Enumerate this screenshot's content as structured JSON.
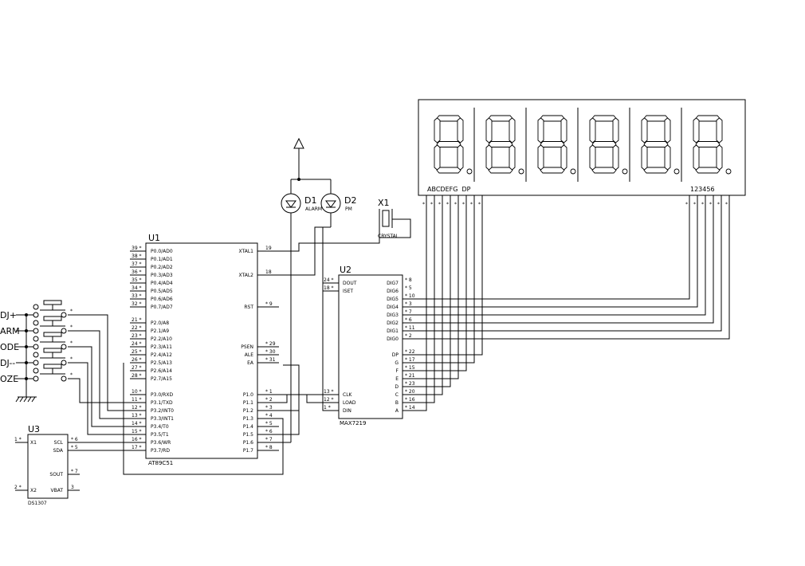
{
  "u1": {
    "ref": "U1",
    "part": "AT89C51",
    "left_pins": [
      {
        "num": "39",
        "name": "P0.0/AD0"
      },
      {
        "num": "38",
        "name": "P0.1/AD1"
      },
      {
        "num": "37",
        "name": "P0.2/AD2"
      },
      {
        "num": "36",
        "name": "P0.3/AD3"
      },
      {
        "num": "35",
        "name": "P0.4/AD4"
      },
      {
        "num": "34",
        "name": "P0.5/AD5"
      },
      {
        "num": "33",
        "name": "P0.6/AD6"
      },
      {
        "num": "32",
        "name": "P0.7/AD7"
      },
      {
        "num": "21",
        "name": "P2.0/A8"
      },
      {
        "num": "22",
        "name": "P2.1/A9"
      },
      {
        "num": "23",
        "name": "P2.2/A10"
      },
      {
        "num": "24",
        "name": "P2.3/A11"
      },
      {
        "num": "25",
        "name": "P2.4/A12"
      },
      {
        "num": "26",
        "name": "P2.5/A13"
      },
      {
        "num": "27",
        "name": "P2.6/A14"
      },
      {
        "num": "28",
        "name": "P2.7/A15"
      },
      {
        "num": "10",
        "name": "P3.0/RXD"
      },
      {
        "num": "11",
        "name": "P3.1/TXD"
      },
      {
        "num": "12",
        "name": "P3.2/INT0"
      },
      {
        "num": "13",
        "name": "P3.3/INT1"
      },
      {
        "num": "14",
        "name": "P3.4/T0"
      },
      {
        "num": "15",
        "name": "P3.5/T1"
      },
      {
        "num": "16",
        "name": "P3.6/WR"
      },
      {
        "num": "17",
        "name": "P3.7/RD"
      }
    ],
    "right_pins": [
      {
        "num": "19",
        "name": "XTAL1"
      },
      {
        "num": "18",
        "name": "XTAL2"
      },
      {
        "num": "9",
        "name": "RST"
      },
      {
        "num": "29",
        "name": "PSEN"
      },
      {
        "num": "30",
        "name": "ALE"
      },
      {
        "num": "31",
        "name": "EA"
      },
      {
        "num": "1",
        "name": "P1.0"
      },
      {
        "num": "2",
        "name": "P1.1"
      },
      {
        "num": "3",
        "name": "P1.2"
      },
      {
        "num": "4",
        "name": "P1.3"
      },
      {
        "num": "5",
        "name": "P1.4"
      },
      {
        "num": "6",
        "name": "P1.5"
      },
      {
        "num": "7",
        "name": "P1.6"
      },
      {
        "num": "8",
        "name": "P1.7"
      }
    ]
  },
  "u2": {
    "ref": "U2",
    "part": "MAX7219",
    "left_pins": [
      {
        "num": "24",
        "name": "DOUT"
      },
      {
        "num": "18",
        "name": "ISET"
      },
      {
        "num": "13",
        "name": "CLK"
      },
      {
        "num": "12",
        "name": "LOAD"
      },
      {
        "num": "1",
        "name": "DIN"
      }
    ],
    "right_pins": [
      {
        "num": "8",
        "name": "DIG7"
      },
      {
        "num": "5",
        "name": "DIG6"
      },
      {
        "num": "10",
        "name": "DIG5"
      },
      {
        "num": "3",
        "name": "DIG4"
      },
      {
        "num": "7",
        "name": "DIG3"
      },
      {
        "num": "6",
        "name": "DIG2"
      },
      {
        "num": "11",
        "name": "DIG1"
      },
      {
        "num": "2",
        "name": "DIG0"
      },
      {
        "num": "22",
        "name": "DP"
      },
      {
        "num": "17",
        "name": "G"
      },
      {
        "num": "15",
        "name": "F"
      },
      {
        "num": "21",
        "name": "E"
      },
      {
        "num": "23",
        "name": "D"
      },
      {
        "num": "20",
        "name": "C"
      },
      {
        "num": "16",
        "name": "B"
      },
      {
        "num": "14",
        "name": "A"
      }
    ]
  },
  "u3": {
    "ref": "U3",
    "part": "DS1307",
    "pins": [
      {
        "num": "1",
        "name": "X1"
      },
      {
        "num": "6",
        "name": "SCL"
      },
      {
        "num": "5",
        "name": "SDA"
      },
      {
        "num": "7",
        "name": "SOUT"
      },
      {
        "num": "2",
        "name": "X2"
      },
      {
        "num": "3",
        "name": "VBAT"
      }
    ]
  },
  "d1": {
    "ref": "D1",
    "label": "ALARM"
  },
  "d2": {
    "ref": "D2",
    "label": "PM"
  },
  "x1": {
    "ref": "X1",
    "label": "CRYSTAL"
  },
  "display": {
    "segment_labels": "ABCDEFG  DP",
    "digit_labels": "123456",
    "digits": 6
  },
  "buttons": [
    "DJ+",
    "ARM",
    "ODE",
    "DJ--",
    "OZE"
  ]
}
